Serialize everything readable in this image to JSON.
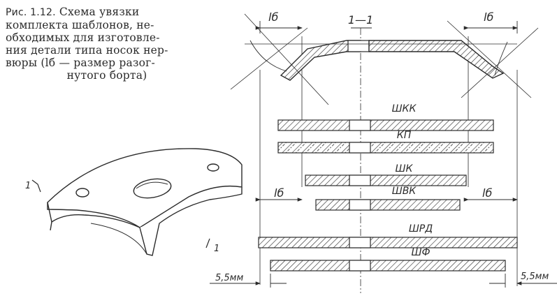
{
  "caption": {
    "fig_num": "Рис. 1.12.",
    "line1_rest": "Схема увязки",
    "line2": "комплекта шаблонов, не-",
    "line3": "обходимых для изготовле-",
    "line4": "ния детали типа носок нер-",
    "line5": "вюры (lб — размер разог-",
    "line6": "нутого борта)"
  },
  "labels": {
    "section": "1—1",
    "l_delta": "lб",
    "template_shkk": "ШКК",
    "template_kp": "КП",
    "template_shk": "ШК",
    "template_shvk": "ШВК",
    "template_shrd": "ШРД",
    "template_shf": "ШФ",
    "dim_left": "5,5мм",
    "dim_right": "5,5мм",
    "section_mark": "1"
  }
}
